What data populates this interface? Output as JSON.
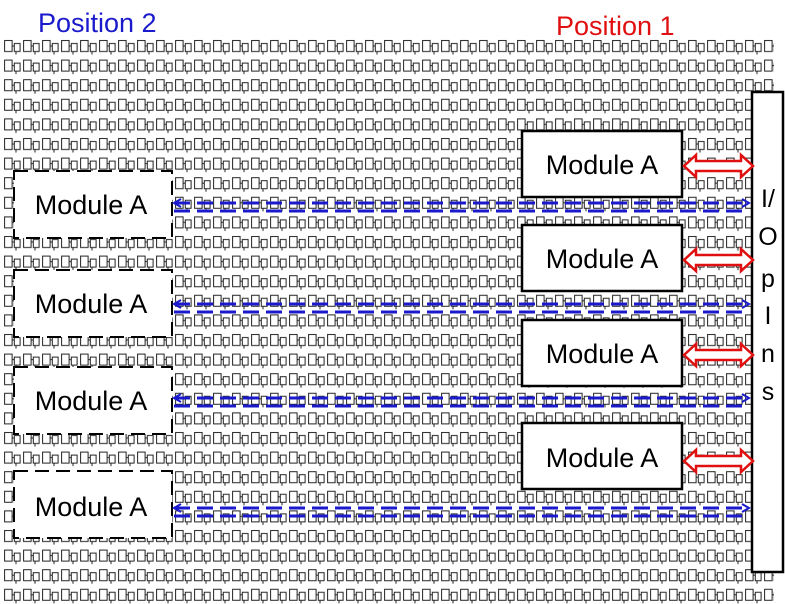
{
  "labels": {
    "position_2": "Position 2",
    "position_1": "Position 1"
  },
  "module_label": "Module A",
  "io_label_lines": [
    "I/",
    "O",
    "p",
    "I",
    "n",
    "s"
  ],
  "modules_position_1": [
    "Module A",
    "Module A",
    "Module A",
    "Module A"
  ],
  "modules_position_2": [
    "Module A",
    "Module A",
    "Module A",
    "Module A"
  ],
  "colors": {
    "position_2_text": "#1a1acc",
    "position_1_text": "#e01010",
    "dashed_arrow": "#1a1acc",
    "io_arrow": "#e01010",
    "fabric_cell": "#222222",
    "box_border": "#000000"
  }
}
